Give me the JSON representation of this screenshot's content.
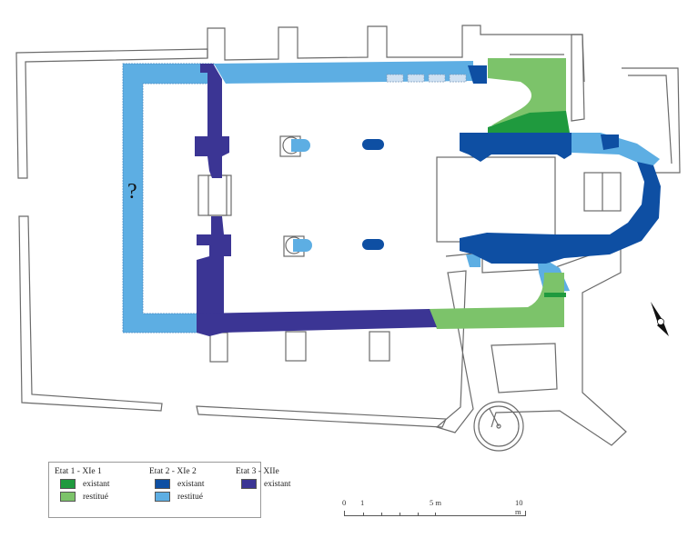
{
  "plan": {
    "unknown_marker": "?",
    "colors": {
      "etat1_existant": "#1f9a3e",
      "etat1_restitue": "#7cc36a",
      "etat2_existant": "#0e4fa3",
      "etat2_restitue": "#5daee3",
      "etat3_existant": "#3b3594",
      "outline": "#6b6b6b"
    }
  },
  "legend": {
    "groups": [
      {
        "title": "Etat 1 - XIe 1",
        "items": [
          {
            "label": "existant",
            "color": "#1f9a3e"
          },
          {
            "label": "restitué",
            "color": "#7cc36a"
          }
        ]
      },
      {
        "title": "Etat 2 - XIe 2",
        "items": [
          {
            "label": "existant",
            "color": "#0e4fa3"
          },
          {
            "label": "restitué",
            "color": "#5daee3"
          }
        ]
      },
      {
        "title": "Etat 3 - XIIe",
        "items": [
          {
            "label": "existant",
            "color": "#3b3594"
          }
        ]
      }
    ]
  },
  "scale": {
    "labels": [
      "0",
      "1",
      "5 m",
      "10 m"
    ]
  },
  "north_arrow": {
    "label": "N"
  }
}
